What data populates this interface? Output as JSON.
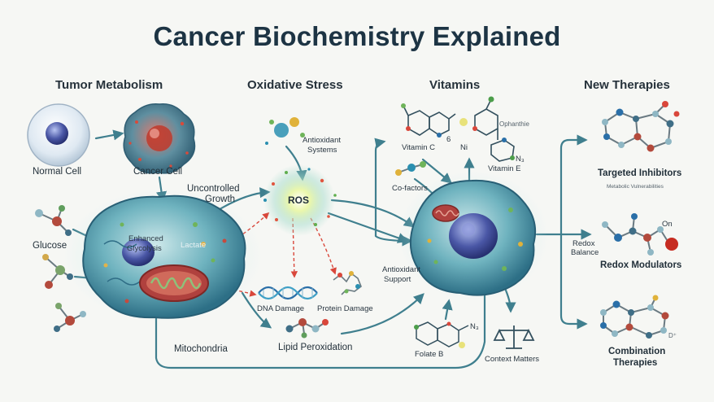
{
  "title": "Cancer Biochemistry Explained",
  "sections": {
    "tumor_metabolism": "Tumor Metabolism",
    "oxidative_stress": "Oxidative Stress",
    "vitamins": "Vitamins",
    "new_therapies": "New Therapies"
  },
  "labels": {
    "normal_cell": "Normal Cell",
    "cancer_cell": "Cancer Cell",
    "glucose": "Glucose",
    "enhanced_glycolysis_1": "Enhanced",
    "enhanced_glycolysis_2": "Glycolysis",
    "lactate": "Lactate",
    "mitochondria": "Mitochondria",
    "uncontrolled_1": "Uncontrolled",
    "uncontrolled_2": "Growth",
    "antioxidant_systems_1": "Antioxidant",
    "antioxidant_systems_2": "Systems",
    "ros": "ROS",
    "dna_damage": "DNA Damage",
    "protein_damage": "Protein Damage",
    "lipid_peroxidation": "Lipid Peroxidation",
    "vitamin_c": "Vitamin C",
    "vitamin_e": "Vitamin E",
    "co_factors": "Co-factors",
    "antioxidant_support_1": "Antioxidant",
    "antioxidant_support_2": "Support",
    "folate_b": "Folate B",
    "context_matters": "Context Matters",
    "redox_balance_1": "Redox",
    "redox_balance_2": "Balance",
    "targeted_inhibitors": "Targeted Inhibitors",
    "metabolic_vulnerabilities": "Metabolic Vulnerabilities",
    "redox_modulators": "Redox Modulators",
    "combination_1": "Combination",
    "combination_2": "Therapies",
    "chem_6": "6",
    "chem_n3_top": "N₃",
    "chem_pthalic": "Ophanthie",
    "chem_ni": "Ni",
    "chem_on": "On",
    "chem_n3_folate": "N₃",
    "chem_d": "D⁺"
  },
  "colors": {
    "title": "#1d3444",
    "arrow": "#3f7f8e",
    "damage_arrow": "#d9473b",
    "cell_blue": "#3a7f97",
    "nucleus": "#4a57a6",
    "cancer_red": "#c0392b",
    "mito_red": "#b0413e",
    "ros_glow": "#e9f5a0"
  }
}
